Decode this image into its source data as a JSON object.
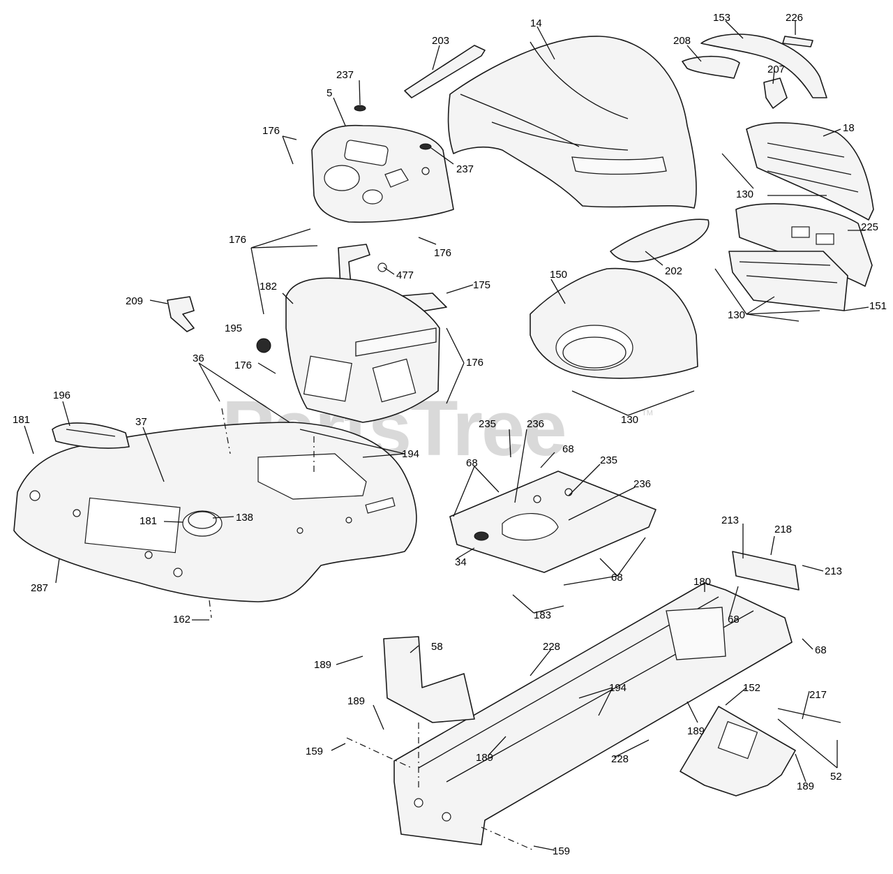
{
  "watermark": {
    "text": "PartsTree",
    "trademark": "TM"
  },
  "callouts": [
    {
      "id": "14",
      "label": "14"
    },
    {
      "id": "153",
      "label": "153"
    },
    {
      "id": "226",
      "label": "226"
    },
    {
      "id": "203",
      "label": "203"
    },
    {
      "id": "208",
      "label": "208"
    },
    {
      "id": "237a",
      "label": "237"
    },
    {
      "id": "5",
      "label": "5"
    },
    {
      "id": "207",
      "label": "207"
    },
    {
      "id": "176a",
      "label": "176"
    },
    {
      "id": "237b",
      "label": "237"
    },
    {
      "id": "18",
      "label": "18"
    },
    {
      "id": "130a",
      "label": "130"
    },
    {
      "id": "176b",
      "label": "176"
    },
    {
      "id": "176c",
      "label": "176"
    },
    {
      "id": "225",
      "label": "225"
    },
    {
      "id": "202",
      "label": "202"
    },
    {
      "id": "477",
      "label": "477"
    },
    {
      "id": "150",
      "label": "150"
    },
    {
      "id": "175",
      "label": "175"
    },
    {
      "id": "182",
      "label": "182"
    },
    {
      "id": "209",
      "label": "209"
    },
    {
      "id": "151",
      "label": "151"
    },
    {
      "id": "130b",
      "label": "130"
    },
    {
      "id": "195",
      "label": "195"
    },
    {
      "id": "176d",
      "label": "176"
    },
    {
      "id": "36",
      "label": "36"
    },
    {
      "id": "176e",
      "label": "176"
    },
    {
      "id": "196",
      "label": "196"
    },
    {
      "id": "130c",
      "label": "130"
    },
    {
      "id": "181a",
      "label": "181"
    },
    {
      "id": "37",
      "label": "37"
    },
    {
      "id": "235a",
      "label": "235"
    },
    {
      "id": "236a",
      "label": "236"
    },
    {
      "id": "194a",
      "label": "194"
    },
    {
      "id": "68a",
      "label": "68"
    },
    {
      "id": "68b",
      "label": "68"
    },
    {
      "id": "235b",
      "label": "235"
    },
    {
      "id": "236b",
      "label": "236"
    },
    {
      "id": "181b",
      "label": "181"
    },
    {
      "id": "138",
      "label": "138"
    },
    {
      "id": "213a",
      "label": "213"
    },
    {
      "id": "218",
      "label": "218"
    },
    {
      "id": "34",
      "label": "34"
    },
    {
      "id": "68c",
      "label": "68"
    },
    {
      "id": "213b",
      "label": "213"
    },
    {
      "id": "287",
      "label": "287"
    },
    {
      "id": "180",
      "label": "180"
    },
    {
      "id": "183",
      "label": "183"
    },
    {
      "id": "68d",
      "label": "68"
    },
    {
      "id": "162",
      "label": "162"
    },
    {
      "id": "58",
      "label": "58"
    },
    {
      "id": "228a",
      "label": "228"
    },
    {
      "id": "68e",
      "label": "68"
    },
    {
      "id": "189a",
      "label": "189"
    },
    {
      "id": "194b",
      "label": "194"
    },
    {
      "id": "217",
      "label": "217"
    },
    {
      "id": "152",
      "label": "152"
    },
    {
      "id": "189b",
      "label": "189"
    },
    {
      "id": "189c",
      "label": "189"
    },
    {
      "id": "159a",
      "label": "159"
    },
    {
      "id": "189d",
      "label": "189"
    },
    {
      "id": "228b",
      "label": "228"
    },
    {
      "id": "52",
      "label": "52"
    },
    {
      "id": "189e",
      "label": "189"
    },
    {
      "id": "159b",
      "label": "159"
    }
  ]
}
